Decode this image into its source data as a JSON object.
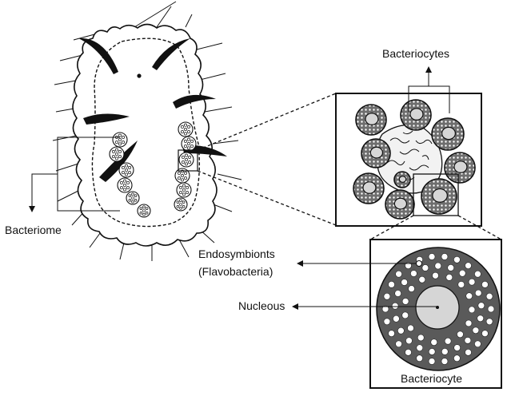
{
  "labels": {
    "bacteriocytes": "Bacteriocytes",
    "bacteriome": "Bacteriome",
    "endosymbionts_line1": "Endosymbionts",
    "endosymbionts_line2": "(Flavobacteria)",
    "nucleous": "Nucleous",
    "bacteriocyte": "Bacteriocyte"
  },
  "colors": {
    "outline": "#111111",
    "cell_fill": "#5a5a5a",
    "nucleus_fill": "#d6d6d6",
    "vesicle_fill": "#ffffff",
    "background": "#ffffff"
  }
}
